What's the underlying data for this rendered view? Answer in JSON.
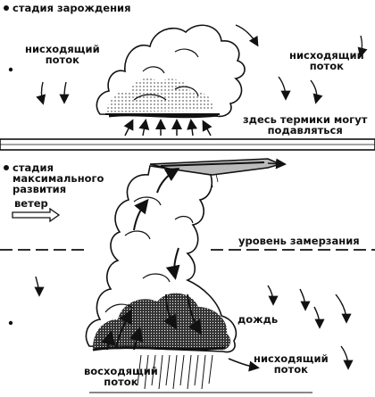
{
  "stage1": {
    "title": "стадия зарождения",
    "downdraft_left": [
      "нисходящий",
      "поток"
    ],
    "downdraft_right": [
      "нисходящий",
      "поток"
    ],
    "thermals_note": [
      "здесь термики могут",
      "подавляться"
    ]
  },
  "stage2": {
    "title": [
      "стадия",
      "максимального",
      "развития"
    ],
    "wind": "ветер",
    "freezing_level": "уровень замерзания",
    "rain": "дождь",
    "updraft": [
      "восходящий",
      "поток"
    ],
    "downdraft": [
      "нисходящий",
      "поток"
    ]
  }
}
